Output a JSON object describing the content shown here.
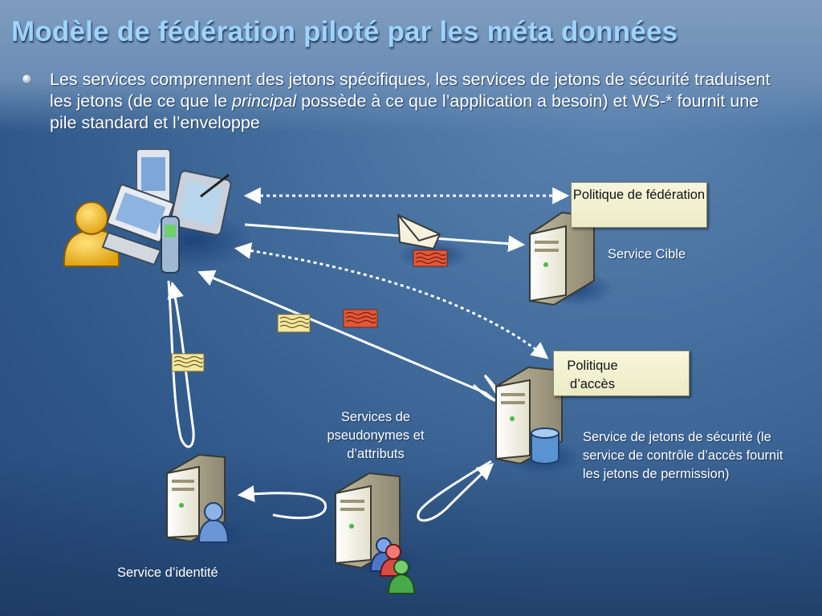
{
  "slide": {
    "title": "Modèle de fédération piloté par les méta données",
    "bullet": {
      "part1": "Les services comprennent des jetons spécifiques, les services de jetons de sécurité traduisent les jetons (de ce que le ",
      "emphasis": "principal",
      "part2": " possède à ce que l’application a besoin) et WS-* fournit une pile standard et l’enveloppe"
    }
  },
  "diagram": {
    "policy_federation": "Politique de fédération",
    "policy_access": "Politique d’accès",
    "target_service": "Service Cible",
    "pseudonym_service": "Services de pseudonymes et d’attributs",
    "sts_service": "Service de jetons de sécurité (le service de contrôle d’accès fournit les jetons de permission)",
    "identity_service": "Service d’identité"
  },
  "colors": {
    "title": "#9fd4ff",
    "token_red": "#e2583a",
    "token_yellow": "#f4e7a2",
    "policy_box": "#f3f2d4",
    "user": "#f3c12e"
  },
  "icons": [
    "user-icon",
    "device-cluster-icon",
    "envelope-icon",
    "server-icon",
    "database-icon",
    "people-icon"
  ]
}
